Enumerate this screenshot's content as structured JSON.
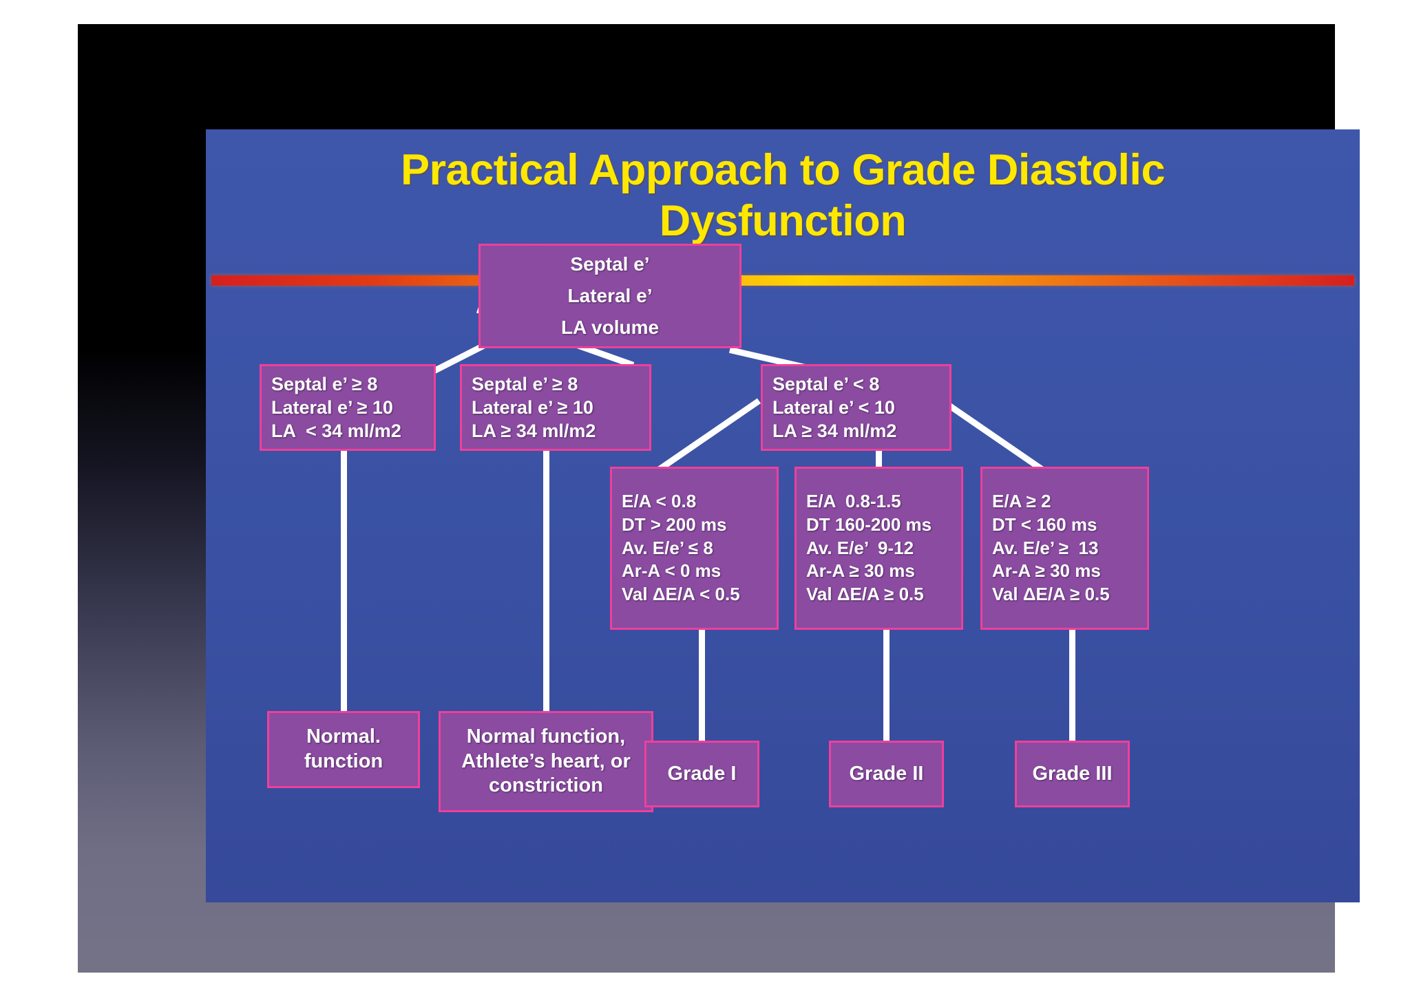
{
  "slide": {
    "title_line1": "Practical Approach to Grade Diastolic",
    "title_line2": "Dysfunction",
    "colors": {
      "title_text": "#ffe800",
      "slide_background": "#3a51a3",
      "node_fill": "#8a4ba1",
      "node_border": "#ef3f9b",
      "connector": "#ffffff",
      "divider_left": "#d61f1f",
      "divider_center": "#ffd400"
    }
  },
  "flowchart": {
    "root": {
      "lines": [
        "Septal e’",
        "Lateral e’",
        "LA volume"
      ]
    },
    "criteria": [
      {
        "lines": [
          "Septal e’ ≥ 8",
          "Lateral e’ ≥ 10",
          "LA  < 34 ml/m2"
        ]
      },
      {
        "lines": [
          "Septal e’ ≥ 8",
          "Lateral e’ ≥ 10",
          "LA ≥ 34 ml/m2"
        ]
      },
      {
        "lines": [
          "Septal e’ < 8",
          "Lateral e’ < 10",
          "LA ≥ 34 ml/m2"
        ]
      }
    ],
    "details": [
      {
        "lines": [
          "E/A < 0.8",
          "DT > 200 ms",
          "Av. E/e’ ≤ 8",
          "Ar-A < 0 ms",
          "Val ΔE/A < 0.5"
        ]
      },
      {
        "lines": [
          "E/A  0.8-1.5",
          "DT 160-200 ms",
          "Av. E/e’  9-12",
          "Ar-A ≥ 30 ms",
          "Val ΔE/A ≥ 0.5"
        ]
      },
      {
        "lines": [
          "E/A ≥ 2",
          "DT < 160 ms",
          "Av. E/e’ ≥  13",
          "Ar-A ≥ 30 ms",
          "Val ΔE/A ≥ 0.5"
        ]
      }
    ],
    "outcomes": [
      {
        "lines": [
          "Normal.",
          "function"
        ]
      },
      {
        "lines": [
          "Normal function,",
          "Athlete’s heart, or",
          "constriction"
        ]
      }
    ],
    "grades": [
      {
        "label": "Grade I"
      },
      {
        "label": "Grade II"
      },
      {
        "label": "Grade III"
      }
    ]
  }
}
